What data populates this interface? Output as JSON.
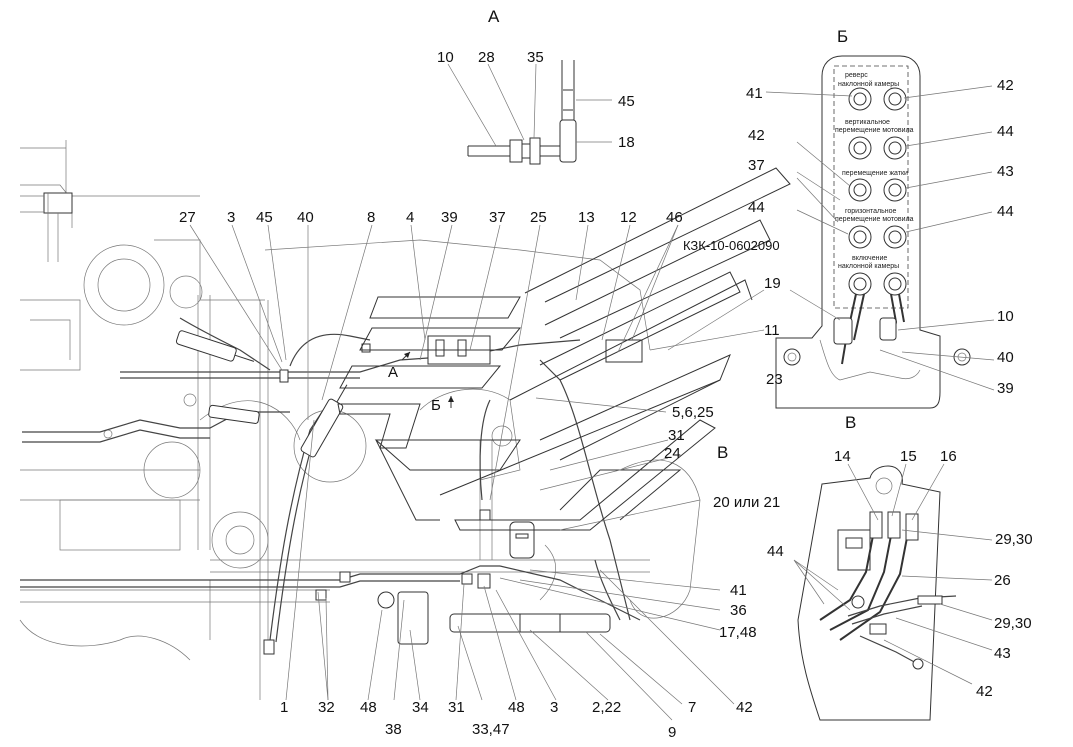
{
  "views": {
    "A": "А",
    "B": "Б",
    "V": "В"
  },
  "doc_code": "КЗК-10-0602090",
  "arrows": {
    "A": "А",
    "B": "Б"
  },
  "callouts": {
    "a_10": "10",
    "a_28": "28",
    "a_35": "35",
    "a_45": "45",
    "a_18": "18",
    "m_27": "27",
    "m_3": "3",
    "m_45": "45",
    "m_40": "40",
    "m_8": "8",
    "m_4": "4",
    "m_39": "39",
    "m_37": "37",
    "m_25": "25",
    "m_13": "13",
    "m_12": "12",
    "m_46": "46",
    "m_19": "19",
    "m_11": "11",
    "m_5625": "5,6,25",
    "m_31": "31",
    "m_24": "24",
    "m_2021": "20 или 21",
    "m_41": "41",
    "m_36": "36",
    "m_1748": "17,48",
    "m_7": "7",
    "m_42b": "42",
    "m_1": "1",
    "m_32": "32",
    "m_48a": "48",
    "m_38": "38",
    "m_34": "34",
    "m_31b": "31",
    "m_3347": "33,47",
    "m_48b": "48",
    "m_3b": "3",
    "m_222": "2,22",
    "m_9": "9",
    "b_41": "41",
    "b_42a": "42",
    "b_42b": "42",
    "b_37": "37",
    "b_44a": "44",
    "b_44b": "44",
    "b_43": "43",
    "b_44c": "44",
    "b_10": "10",
    "b_40": "40",
    "b_39": "39",
    "b_23": "23",
    "v_14": "14",
    "v_15": "15",
    "v_16": "16",
    "v_2930a": "29,30",
    "v_44": "44",
    "v_26": "26",
    "v_2930b": "29,30",
    "v_43": "43",
    "v_42": "42"
  },
  "panel_labels": {
    "l1a": "реверс",
    "l1b": "наклонной камеры",
    "l2a": "вертикальное",
    "l2b": "перемещение мотовила",
    "l3": "перемещение жатки",
    "l4a": "горизонтальное",
    "l4b": "перемещение мотовила",
    "l5a": "включение",
    "l5b": "наклонной камеры"
  }
}
